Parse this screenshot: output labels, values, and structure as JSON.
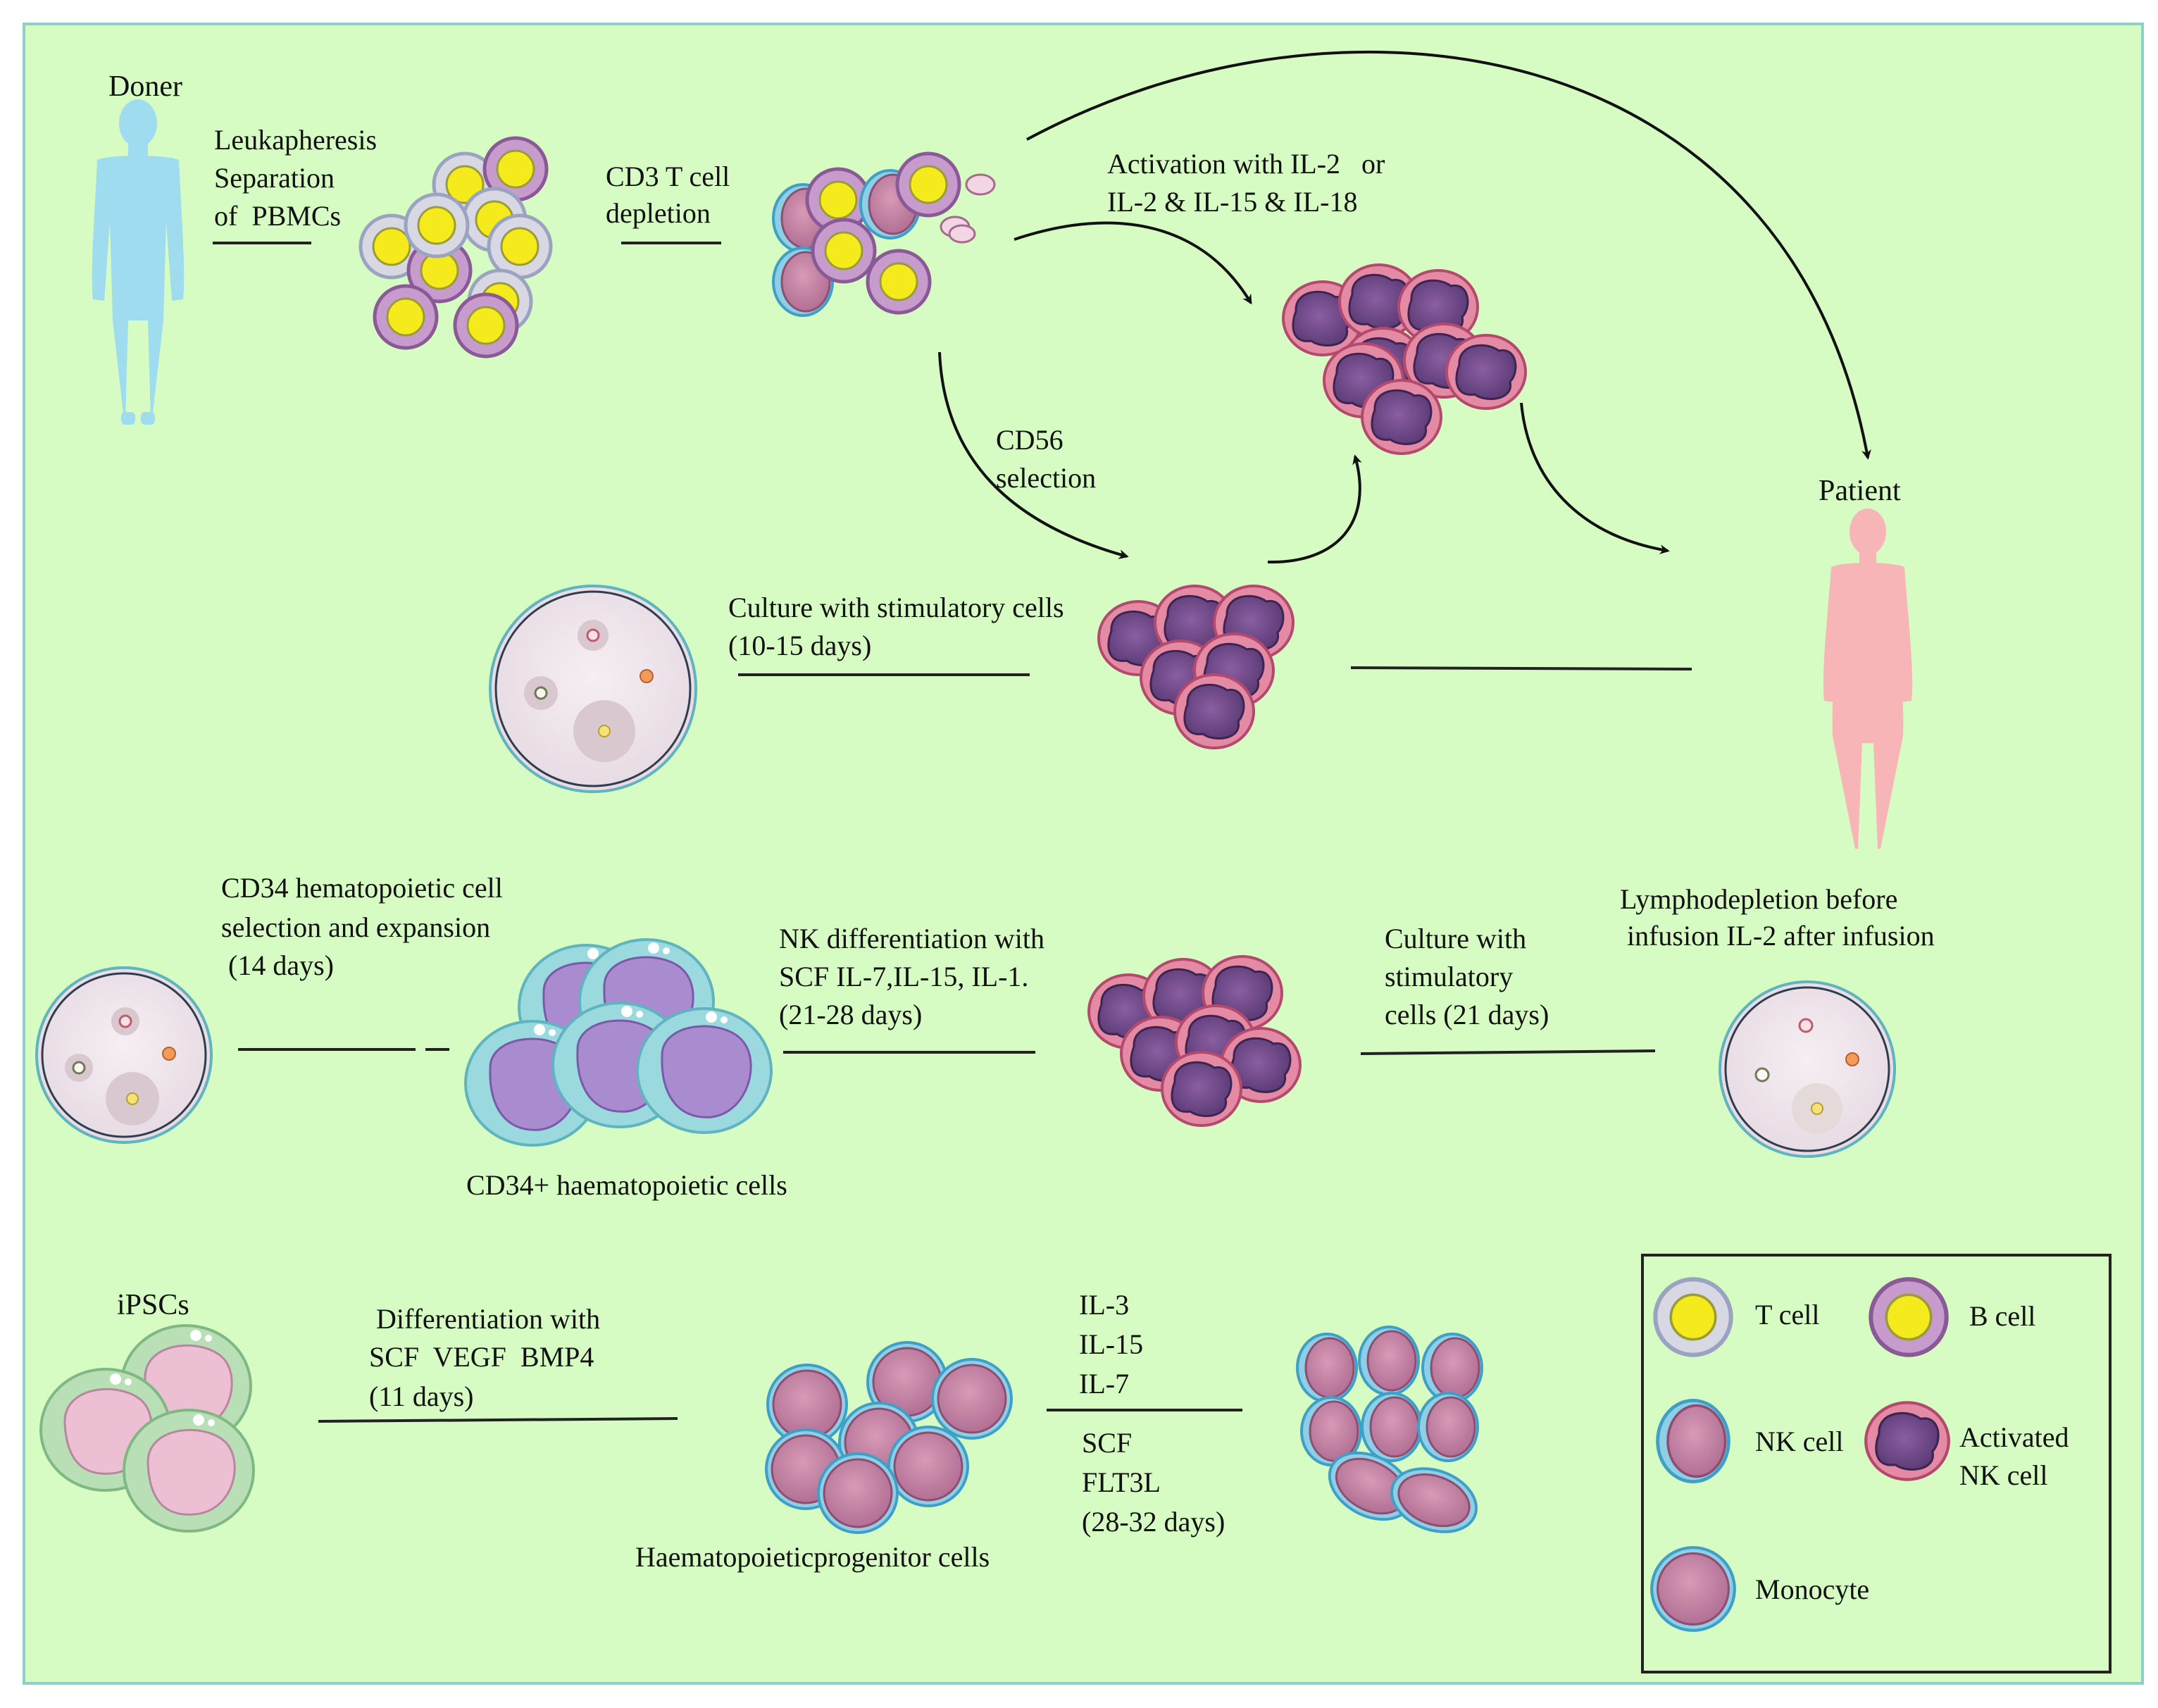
{
  "labels": {
    "doner": "Doner",
    "leukapheresis_1": "Leukapheresis",
    "leukapheresis_2": "Separation",
    "leukapheresis_3": "of  PBMCs",
    "cd3_1": "CD3 T cell",
    "cd3_2": "depletion",
    "activation_1": "Activation with IL-2   or",
    "activation_2": "IL-2 & IL-15 & IL-18",
    "cd56_1": "CD56",
    "cd56_2": "selection",
    "patient": "Patient",
    "culture_stim_1": "Culture with stimulatory cells",
    "culture_stim_2": "(10-15 days)",
    "cd34_sel_1": "CD34 hematopoietic cell",
    "cd34_sel_2": "selection and expansion",
    "cd34_sel_3": " (14 days)",
    "nk_diff_1": "NK differentiation with",
    "nk_diff_2": "SCF IL-7,IL-15, IL-1.",
    "nk_diff_3": "(21-28 days)",
    "culture21_1": "Culture with",
    "culture21_2": "stimulatory",
    "culture21_3": "cells (21 days)",
    "lympho_1": "Lymphodepletion before",
    "lympho_2": "infusion IL-2 after infusion",
    "cd34_cells": "CD34+ haematopoietic cells",
    "ipscs": "iPSCs",
    "ipsc_diff_1": "Differentiation with",
    "ipsc_diff_2": "SCF  VEGF  BMP4",
    "ipsc_diff_3": "(11 days)",
    "il3": "IL-3",
    "il15": "IL-15",
    "il7": "IL-7",
    "scf": "SCF",
    "flt3l": "FLT3L",
    "days_28_32": "(28-32 days)",
    "hpc": "Haematopoieticprogenitor cells"
  },
  "legend": {
    "t_cell": "T cell",
    "b_cell": "B cell",
    "nk_cell": "NK cell",
    "activated_1": "Activated",
    "activated_2": "NK cell",
    "monocyte": "Monocyte"
  },
  "colors": {
    "background": "#d6fcc4",
    "border": "#8fcfc9",
    "donor_figure": "#9fdcef",
    "patient_figure": "#f7b5b8",
    "t_cell_nucleus": "#f5ea1c",
    "b_cell_ring": "#b07fb6",
    "nk_body": "#c98aa8",
    "nk_edge": "#66b8da",
    "activated_nucleus": "#6e4a86",
    "activated_ring": "#d8708f",
    "cd34_outer": "#9ad9de",
    "cd34_nucleus": "#a98bd0",
    "ipsc_outer": "#a9d6ab",
    "ipsc_nucleus": "#ecbfd3"
  }
}
